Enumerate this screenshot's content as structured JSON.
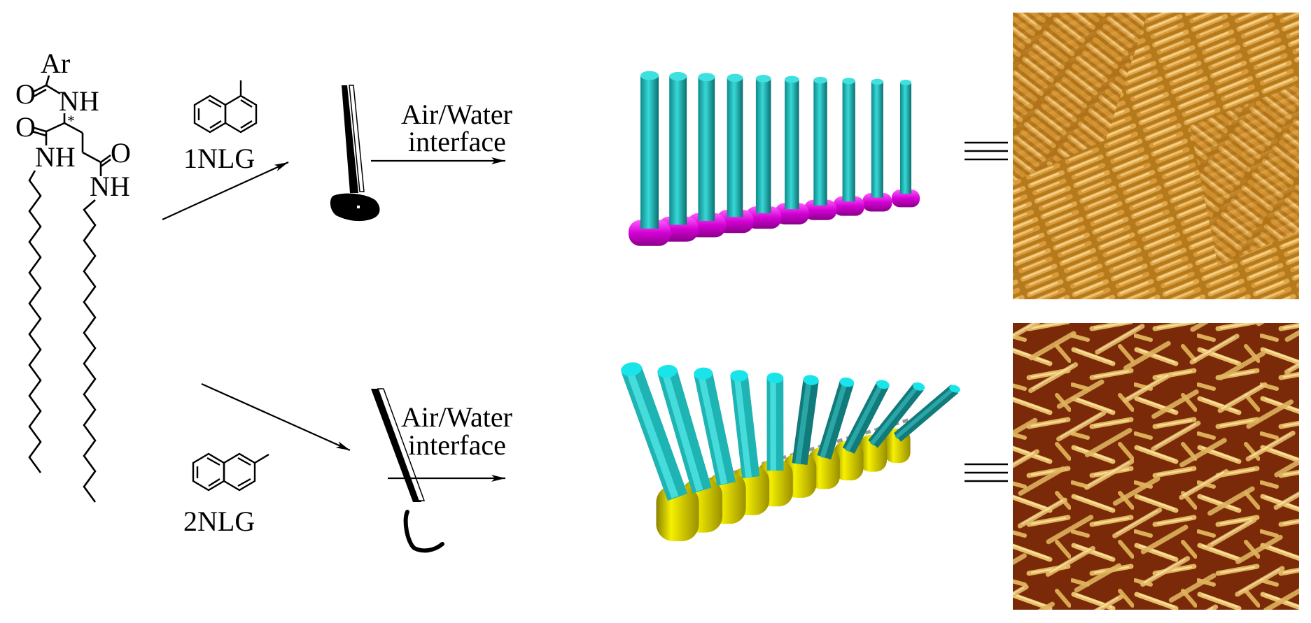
{
  "molecule": {
    "atoms": {
      "ar": "Ar",
      "o1": "O",
      "nh1": "NH",
      "star": "*",
      "o2": "O",
      "nh2": "NH",
      "o3": "O",
      "nh3": "NH"
    }
  },
  "top_path": {
    "ar_label": "1NLG",
    "interface_line1": "Air/Water",
    "interface_line2": "interface",
    "equiv_symbol": "≡",
    "afm_image": "afm-nanorods-dense-aligned",
    "headgroup_color": "#e000e0",
    "rod_color": "#1fb8b8"
  },
  "bottom_path": {
    "ar_label": "2NLG",
    "interface_line1": "Air/Water",
    "interface_line2": "interface",
    "equiv_symbol": "≡",
    "afm_image": "afm-nanofibers-random",
    "headgroup_color": "#e8e000",
    "rod_color": "#1fb8b8"
  }
}
